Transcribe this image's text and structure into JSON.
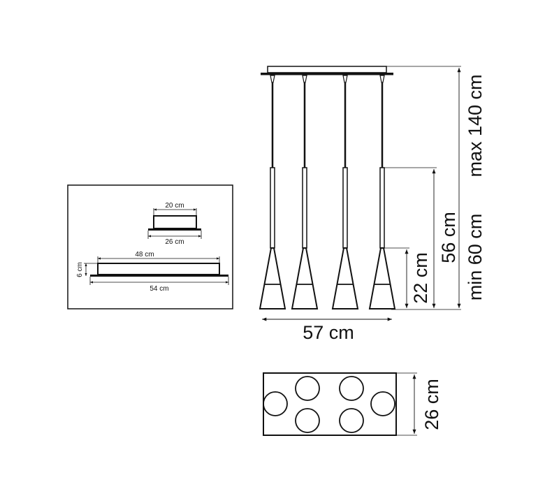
{
  "inset": {
    "small_top_width": "20 cm",
    "small_base_width": "26 cm",
    "large_top_width": "48 cm",
    "large_height": "6 cm",
    "large_base_width": "54 cm"
  },
  "front_view": {
    "total_width": "57 cm",
    "lamp_height": "22 cm",
    "shade_height": "56 cm",
    "min_height": "min 60 cm",
    "max_height": "max 140 cm"
  },
  "top_view": {
    "depth": "26 cm"
  }
}
